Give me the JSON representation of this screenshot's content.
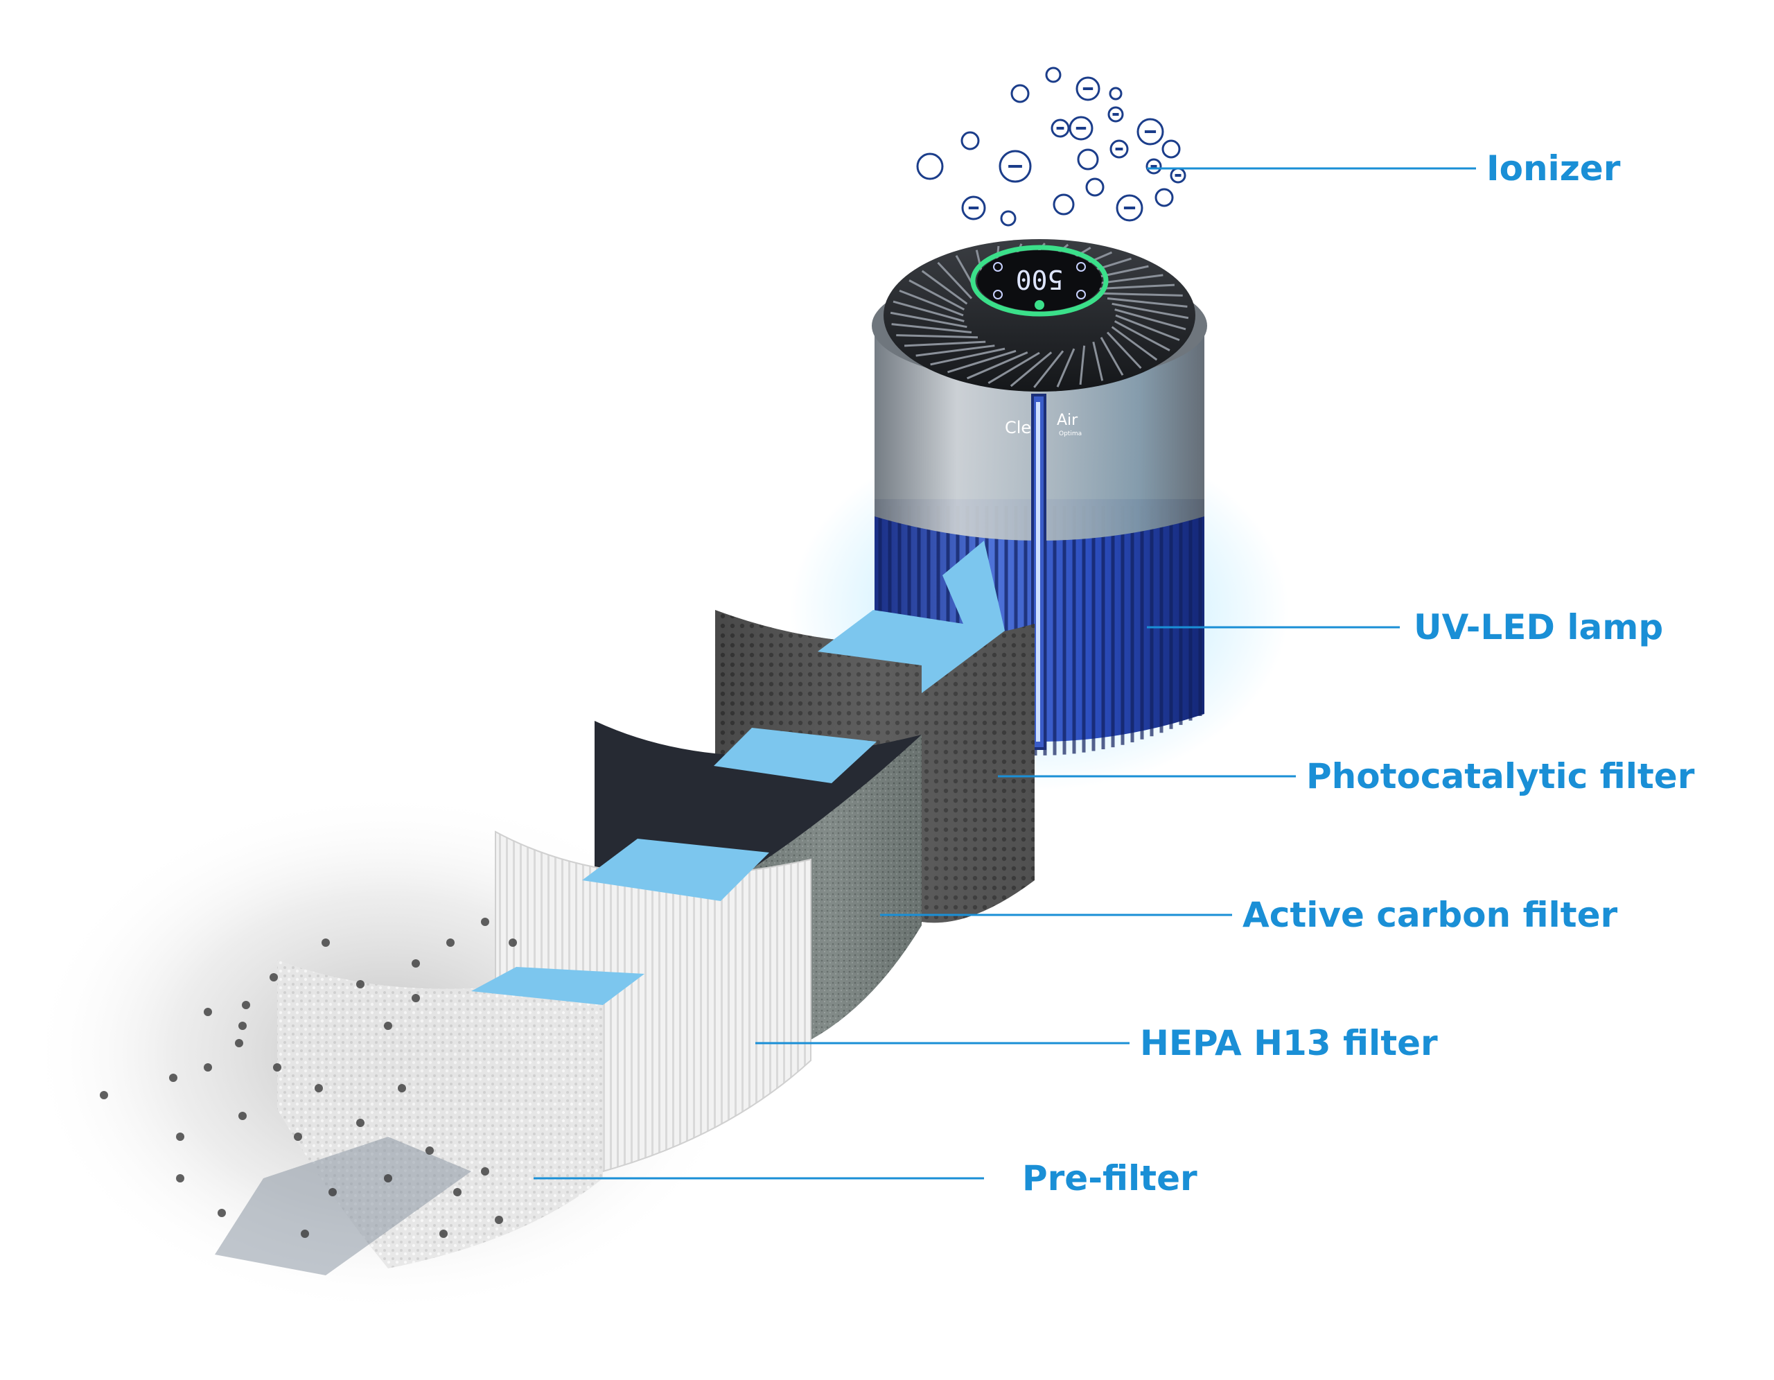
{
  "labels": {
    "ionizer": "Ionizer",
    "uv_led_lamp": "UV-LED lamp",
    "photocatalytic_filter": "Photocatalytic filter",
    "active_carbon_filter": "Active carbon filter",
    "hepa_filter": "HEPA H13 filter",
    "pre_filter": "Pre-filter"
  },
  "device": {
    "display_value": "500",
    "brand_left": "Clea",
    "brand_right": "Air",
    "brand_sub": "Optima"
  },
  "colors": {
    "label_blue": "#1a8fd6",
    "leader_line": "#1a8fd6",
    "arrow_blue": "#7cc6ee",
    "ion_outline": "#1b3d8a",
    "body_silver": "#9aa3ab",
    "base_blue": "#1f3fa8",
    "display_ring": "#3be08a"
  },
  "icons": {
    "ion": "negative-ion-icon",
    "airflow": "airflow-arrow-icon"
  }
}
